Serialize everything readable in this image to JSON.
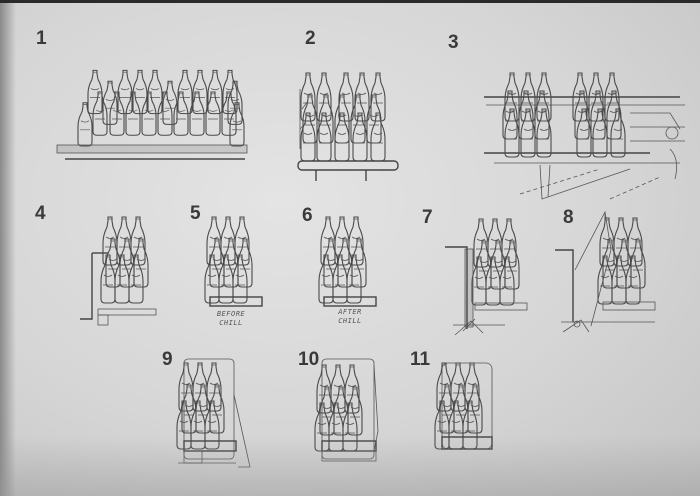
{
  "sheet": {
    "type": "scanned instructional diagram",
    "subject": "bottle multipack wrapping process",
    "background_color": "#d8d8d8",
    "ink_color": "#444444"
  },
  "steps": [
    {
      "number": "1",
      "description": "bottles on conveyor belt, staggered rows"
    },
    {
      "number": "2",
      "description": "bottles grouped on roller conveyor"
    },
    {
      "number": "3",
      "description": "bottle groups passing through wrapping machine"
    },
    {
      "number": "4",
      "description": "group of six bottles pushed against tray"
    },
    {
      "number": "5",
      "description": "six bottles in tray",
      "caption": [
        "BEFORE",
        "CHILL"
      ]
    },
    {
      "number": "6",
      "description": "six bottles in tray",
      "caption": [
        "AFTER",
        "CHILL"
      ]
    },
    {
      "number": "7",
      "description": "tray with film sheet on side"
    },
    {
      "number": "8",
      "description": "film wrapped over bottle group"
    },
    {
      "number": "9",
      "description": "wrapped pack with film tail"
    },
    {
      "number": "10",
      "description": "film fully wrapped around pack"
    },
    {
      "number": "11",
      "description": "finished shrink-wrapped six-pack"
    }
  ]
}
